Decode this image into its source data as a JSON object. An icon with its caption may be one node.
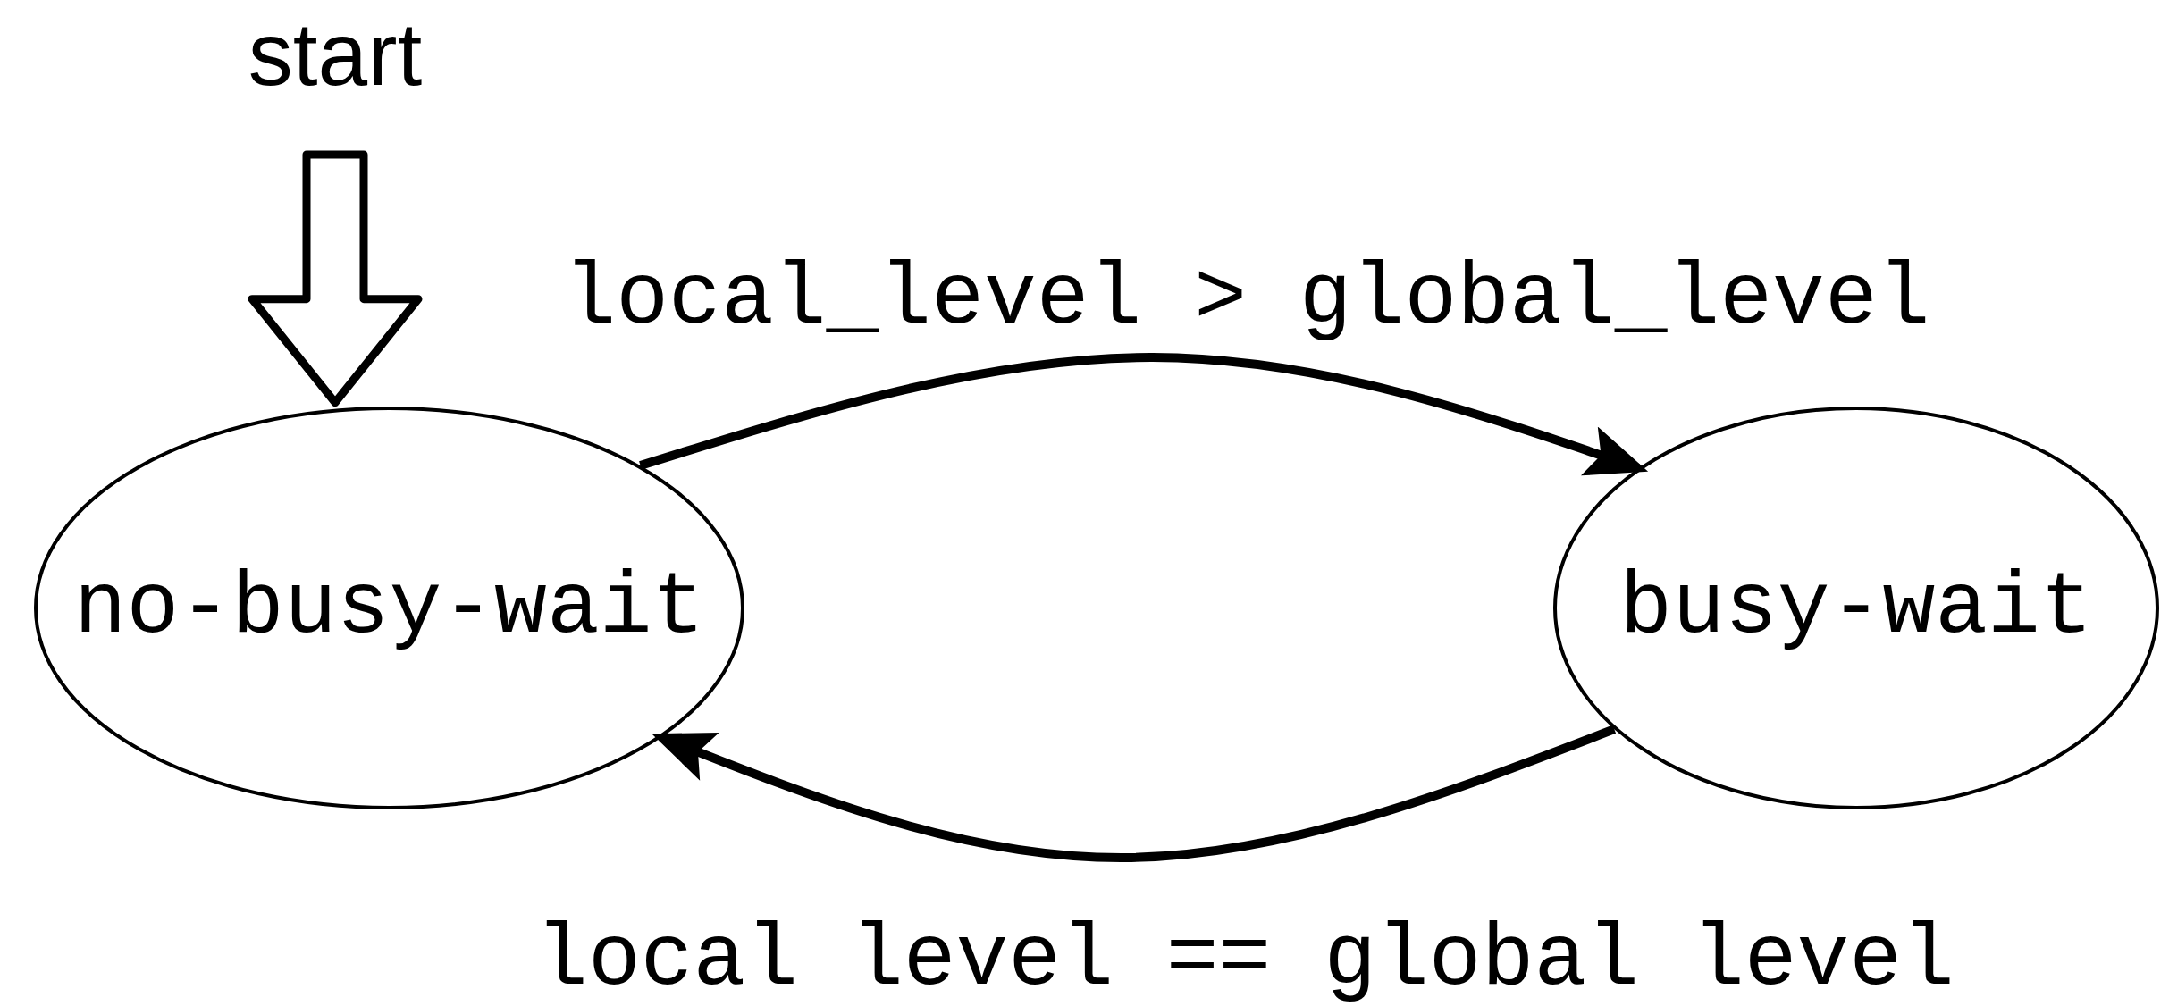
{
  "diagram": {
    "nodes": [
      {
        "text": [
          "start"
        ]
      },
      {
        "text": [
          "no-busy-wait"
        ]
      },
      {
        "text": [
          "busy-wait"
        ]
      }
    ],
    "edges": [
      {
        "from": 0,
        "to": 1,
        "arrow": "to"
      },
      {
        "from": 1,
        "to": 2,
        "arrow": "to",
        "label": "local_level > global_level"
      },
      {
        "from": 2,
        "to": 1,
        "arrow": "to",
        "label": "local level == global level"
      }
    ]
  }
}
